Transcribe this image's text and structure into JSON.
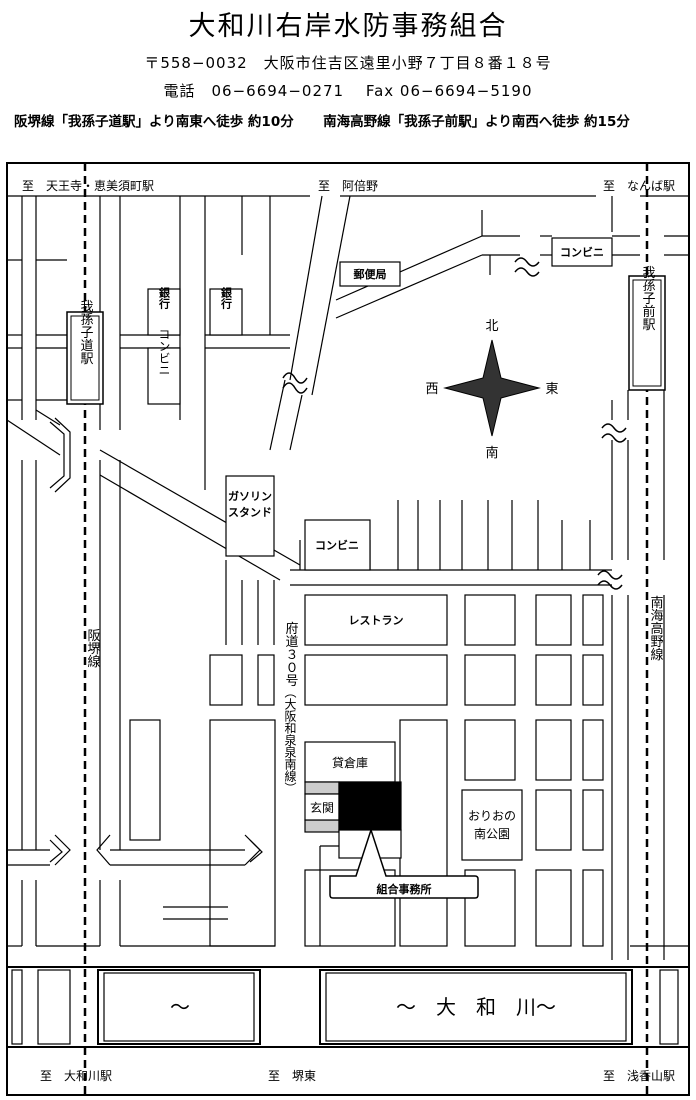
{
  "header": {
    "title": "大和川右岸水防事務組合",
    "address": "〒558−0032　大阪市住吉区遠里小野７丁目８番１８号",
    "phone": "電話　06−6694−0271　 Fax  06−6694−5190",
    "access_hankai": "阪堺線「我孫子道駅」より南東へ徒歩 約10分",
    "access_nankai": "南海高野線「我孫子前駅」より南西へ徒歩 約15分"
  },
  "map": {
    "destinations": {
      "top_left": "至　天王寺・恵美須町駅",
      "top_center": "至　阿倍野",
      "top_right": "至　なんば駅",
      "bottom_left": "至　大和川駅",
      "bottom_center": "至　堺東",
      "bottom_right": "至　浅香山駅"
    },
    "stations": {
      "abikomichi": "我孫子道駅",
      "abikomae": "我孫子前駅"
    },
    "lines": {
      "hankai": "阪堺線",
      "nankai": "南海高野線",
      "route30": "府道３０号",
      "route30_sub": "（大阪和泉泉南線）"
    },
    "landmarks": {
      "post_office": "郵便局",
      "bank1": "銀行",
      "bank2": "銀行",
      "convenience_left": "コンビニ",
      "convenience_top": "コンビニ",
      "convenience_center": "コンビニ",
      "gas_station_1": "ガソリン",
      "gas_station_2": "スタンド",
      "restaurant": "レストラン",
      "warehouse": "貸倉庫",
      "entrance": "玄関",
      "park": "おりおの",
      "park_2": "南公園",
      "office": "組合事務所"
    },
    "compass": {
      "north": "北",
      "south": "南",
      "east": "東",
      "west": "西"
    },
    "river": {
      "wave_left": "〜",
      "name": "〜　大　和　川〜"
    }
  }
}
